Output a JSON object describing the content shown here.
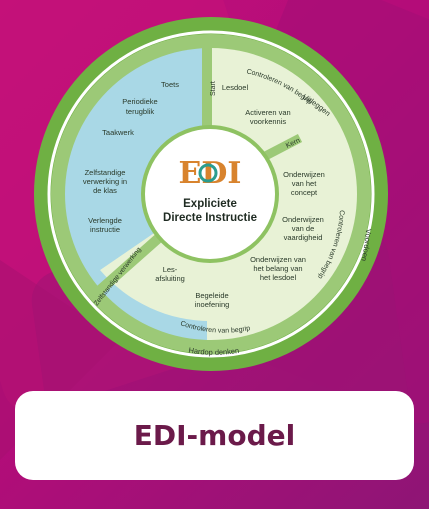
{
  "card": {
    "title": "EDI-model"
  },
  "diagram": {
    "center_logo": "EDI",
    "center_title_line1": "Expliciete",
    "center_title_line2": "Directe Instructie",
    "inner_blue": [
      "Toets",
      "Periodieke terugblik",
      "Taakwerk",
      "Zelfstandige verwerking in de klas",
      "Verlengde instructie"
    ],
    "inner_green_top": [
      "Lesdoel",
      "Activeren van voorkennis"
    ],
    "inner_green_right": [
      "Onderwijzen van het concept",
      "Onderwijzen van de vaardigheid",
      "Onderwijzen van het belang van het lesdoel"
    ],
    "inner_green_bottom": [
      "Les-afsluiting",
      "Begeleide inoefening"
    ],
    "ring_segments": {
      "start": "Start",
      "kern": "Kern",
      "zelfstandige": "Zelfstandige verwerking"
    },
    "ring_labels": {
      "cvb_top": "Controleren van begrip",
      "cvb_right": "Controleren van begrip",
      "cvb_bottom": "Controleren van begrip"
    },
    "outer_labels": {
      "uitleggen": "Uitleggen",
      "voordoen": "Voordoen",
      "hardop_denken": "Hardop denken"
    },
    "colors": {
      "blue": "#a9d8e6",
      "green_light": "#e8f2d6",
      "green_ring": "#9cc977",
      "green_outer": "#6fb043",
      "magenta": "#b40c79",
      "title": "#6b1a4a"
    }
  }
}
